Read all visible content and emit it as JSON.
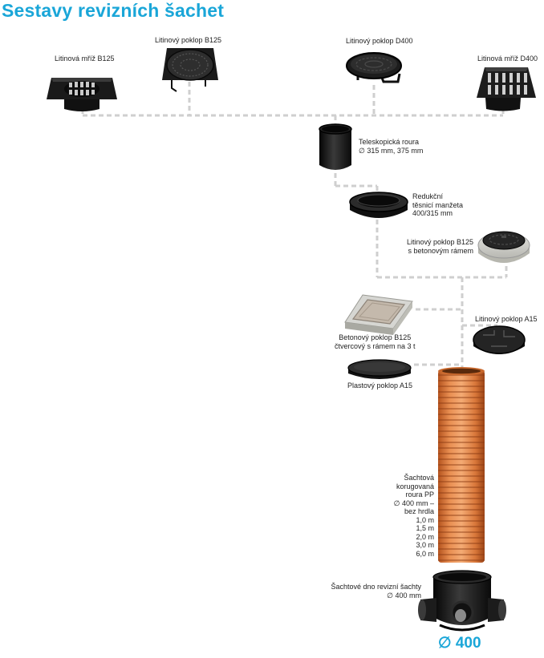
{
  "page": {
    "title": "Sestavy revizních šachet",
    "accent_color": "#1aa6d8",
    "connector_color": "#cfcfcf"
  },
  "products": {
    "grate_b125": {
      "label": "Litinová mříž B125",
      "icon": "cast-iron-grate-icon"
    },
    "cover_b125": {
      "label": "Litinový poklop B125",
      "icon": "cast-iron-cover-icon"
    },
    "cover_d400": {
      "label": "Litinový poklop D400",
      "icon": "cast-iron-cover-icon"
    },
    "grate_d400": {
      "label": "Litinová mříž D400",
      "icon": "cast-iron-grate-icon"
    },
    "telescopic": {
      "lines": [
        "Teleskopická roura",
        "∅ 315 mm, 375 mm"
      ],
      "icon": "telescopic-pipe-icon"
    },
    "reduction": {
      "lines": [
        "Redukční",
        "těsnicí manžeta",
        "400/315 mm"
      ],
      "icon": "sealing-ring-icon"
    },
    "cover_b125_concrete": {
      "lines": [
        "Litinový poklop B125",
        "s betonovým rámem"
      ],
      "icon": "cover-with-concrete-frame-icon"
    },
    "concrete_cover": {
      "lines": [
        "Betonový poklop B125",
        "čtvercový s rámem na 3 t"
      ],
      "icon": "square-concrete-cover-icon"
    },
    "cover_a15": {
      "label": "Litinový poklop A15",
      "icon": "cast-iron-cover-icon"
    },
    "plastic_a15": {
      "label": "Plastový poklop A15",
      "icon": "plastic-cover-icon"
    },
    "shaft_pipe": {
      "lines": [
        "Šachtová",
        "korugovaná",
        "roura PP",
        "∅ 400 mm –",
        "bez hrdla",
        "1,0 m",
        "1,5 m",
        "2,0 m",
        "3,0 m",
        "6,0 m"
      ],
      "icon": "corrugated-pipe-icon"
    },
    "shaft_base": {
      "lines": [
        "Šachtové dno revizní šachty",
        "∅ 400 mm"
      ],
      "icon": "shaft-base-icon"
    }
  },
  "diameter_badge": "∅ 400"
}
